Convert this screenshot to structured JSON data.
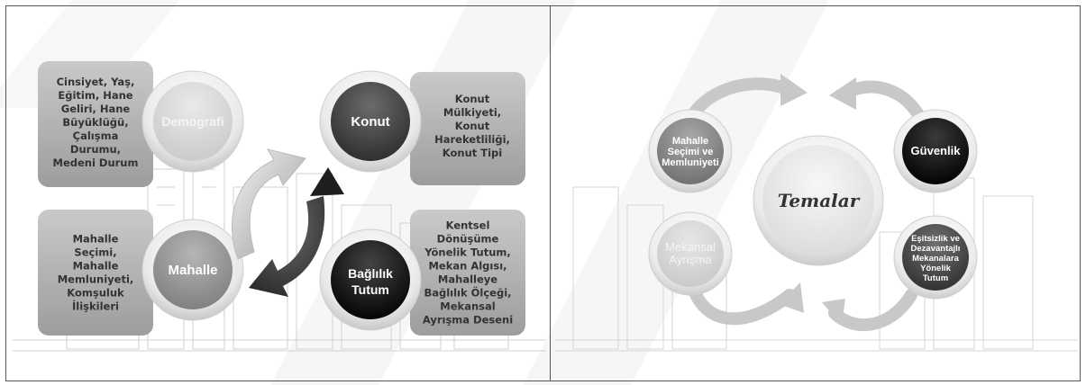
{
  "left_diagram": {
    "nodes": [
      {
        "label": "Demografi",
        "boxes": [
          "Cinsiyet, Yaş,",
          "Eğitim, Hane",
          "Geliri, Hane",
          "Büyüklüğü,",
          "Çalışma",
          "Durumu,",
          "Medeni Durum"
        ]
      },
      {
        "label": "Konut",
        "boxes": [
          "Konut",
          "Mülkiyeti,",
          "Konut",
          "Hareketliliği,",
          "Konut Tipi"
        ]
      },
      {
        "label": "Mahalle",
        "boxes": [
          "Mahalle",
          "Seçimi,",
          "Mahalle",
          "Memluniyeti,",
          "Komşuluk",
          "İlişkileri"
        ]
      },
      {
        "label_lines": [
          "Bağlılık",
          "Tutum"
        ],
        "boxes": [
          "Kentsel",
          "Dönüşüme",
          "Yönelik Tutum,",
          "Mekan Algısı,",
          "Mahalleye",
          "Bağlılık  Ölçeği,",
          "Mekansal",
          "Ayrışma Deseni"
        ]
      }
    ]
  },
  "right_diagram": {
    "center": "Temalar",
    "nodes": [
      {
        "lines": [
          "Mahalle",
          "Seçimi ve",
          "Memluniyeti"
        ]
      },
      {
        "lines": [
          "Güvenlik"
        ]
      },
      {
        "lines": [
          "Mekansal",
          "Ayrışma"
        ]
      },
      {
        "lines": [
          "Eşitsizlik ve",
          "Dezavantajlı",
          "Mekanalara",
          "Yönelik",
          "Tutum"
        ]
      }
    ]
  },
  "colors": {
    "box_gray": "#a6a6a6",
    "dark": "#3a3a3a",
    "black": "#0d0d0d",
    "light": "#d8d8d8"
  }
}
